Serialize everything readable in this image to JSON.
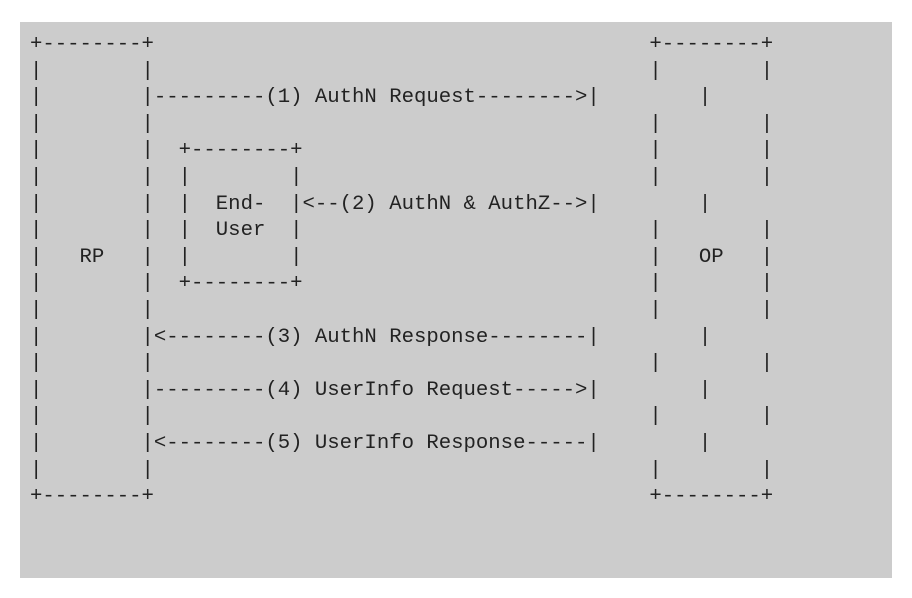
{
  "colors": {
    "background": "#ffffff",
    "panel": "#cccccc",
    "text": "#222222"
  },
  "diagram": {
    "lines": [
      "+--------+                                        +--------+",
      "|        |                                        |        |",
      "|        |---------(1) AuthN Request-------->|        |",
      "|        |                                        |        |",
      "|        |  +--------+                            |        |",
      "|        |  |        |                            |        |",
      "|        |  |  End-  |<--(2) AuthN & AuthZ-->|        |",
      "|        |  |  User  |                            |        |",
      "|   RP   |  |        |                            |   OP   |",
      "|        |  +--------+                            |        |",
      "|        |                                        |        |",
      "|        |<--------(3) AuthN Response--------|        |",
      "|        |                                        |        |",
      "|        |---------(4) UserInfo Request----->|        |",
      "|        |                                        |        |",
      "|        |<--------(5) UserInfo Response-----|        |",
      "|        |                                        |        |",
      "+--------+                                        +--------+"
    ]
  }
}
